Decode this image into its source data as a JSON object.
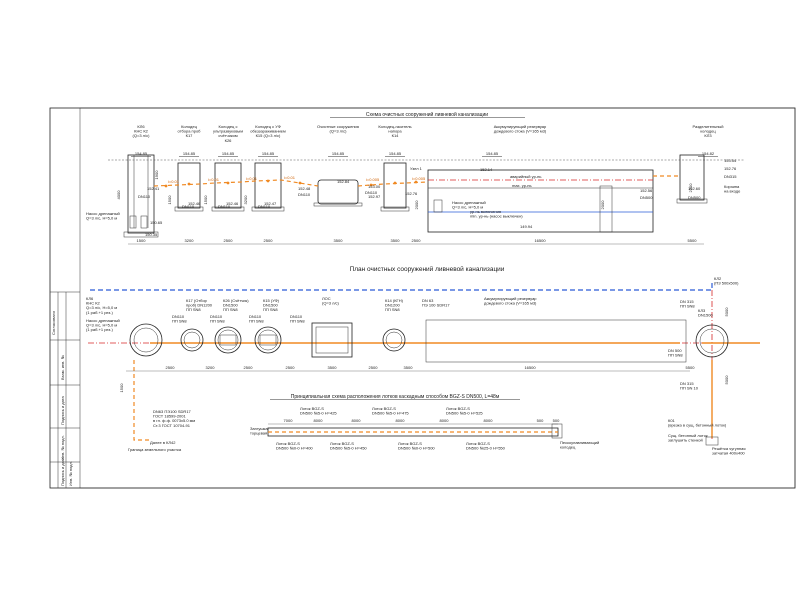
{
  "section": {
    "title": "Схема очистных сооружений ливневой канализации",
    "elements": [
      {
        "label": "КЛ6\nКНС К2\n(Q=3 л/с)"
      },
      {
        "label": "Колодец\nотбора проб\nК17"
      },
      {
        "label": "Колодец с\nультразвуковым\nсчётчиком\nК26"
      },
      {
        "label": "Колодец с УФ\nобеззараживанием\nК15 (Q=3 л/с)"
      },
      {
        "label": "Очистные сооружения\n(Q=3 л/с)"
      },
      {
        "label": "Колодец-гаситель\nнапора\nК14"
      },
      {
        "label": "Аккумулирующий резервуар\nдождевого стока (V=165 м3)"
      },
      {
        "label": "Разделительный\nколодец\nКЛ3"
      }
    ],
    "ground_marks": [
      "154.85",
      "154.85",
      "154.85",
      "154.85",
      "154.85",
      "154.85",
      "154.85",
      "154.82"
    ],
    "levels": [
      "152.41",
      "152.46",
      "152.46",
      "152.47",
      "152.48",
      "152.84",
      "153.00",
      "152.76",
      "152.14",
      "152.56",
      "152.60",
      "153.54",
      "152.76",
      "152.97",
      "149.94",
      "150.35",
      "150.65"
    ],
    "notes": {
      "pump": "Насос дренажный\nQ=3 л/с, H=5,0 м",
      "pump2": "Насос дренажный\nQ=3 л/с, H=5,0 м",
      "alarm_level": "аварийный ур-нь",
      "max_level": "max. ур-нь",
      "pump_off_level": "ур-нь включения\nmin. ур-нь (насос выключен)",
      "ubed": "Узел 1",
      "corridor": "Корзина\nна входе",
      "dn_labels": [
        "DN110",
        "DN110",
        "DN110",
        "DN110",
        "DN110",
        "DN110",
        "DN500",
        "DN500",
        "DN315"
      ],
      "slopes": [
        "i=0.01",
        "i=0.01",
        "i=0.01",
        "i=0.01",
        "i=0.005",
        "i=0.005"
      ]
    },
    "dims": [
      "1500",
      "3200",
      "2500",
      "2500",
      "3500",
      "3500",
      "2500",
      "16500",
      "5500"
    ],
    "heights": [
      "4000",
      "1900",
      "1500",
      "1500",
      "3200",
      "2000",
      "2000",
      "2200"
    ]
  },
  "plan": {
    "title": "План очистных сооружений ливневой канализации",
    "elements": [
      {
        "label": "КЛ6\nКНС К2\nQ=3 л/с, H=5,0 м\n(1 раб.+1 рез.)"
      },
      {
        "label": "К17 (Отбор\nпроб) DN1200\nПП SN8"
      },
      {
        "label": "К26 (Счётчик)\nDN1500\nПП SN8"
      },
      {
        "label": "К15 (УФ)\nDN1500\nПП SN8"
      },
      {
        "label": "ЛОС\n(Q=3 л/с)"
      },
      {
        "label": "К14 (КГН)\nDN1200\nПП SN8"
      },
      {
        "label": "Аккумулирующий резервуар\nдождевого стока (V=165 м3)"
      },
      {
        "label": "КЛ3\nDN1500"
      }
    ],
    "pipe_labels": [
      "DN110\nПП SN8",
      "DN110\nПП SN8",
      "DN110\nПП SN8",
      "DN110\nПП SN8",
      "DN 63\nПЭ 100 SDR17",
      "DN 315\nПП SN8",
      "DN 500\nПП SN8",
      "DN 315\nПП SN 10"
    ],
    "notes": {
      "pump": "Насос дренажный\nQ=3 л/с, H=5,0 м\n(1 раб.+1 рез.)",
      "pressure": "DN63 ПЭ100 SDR17\nГОСТ 18599-2001\nв гл. ф.ф. 0073х5.0 мм\nСт.3 ГОСТ 10704-91",
      "kl2": "КЛ2\n(ПЗ 500х500)",
      "to_kl2": "Далее в КЛ42",
      "boundary": "Граница земельного участка",
      "k01": "К01\n(врезка в сущ. бетонный лоток)",
      "existing": "Сущ. бетонный лоток\nзаглушить стенкой",
      "grate": "Решётка чугунная\nзатчатая 400х400"
    },
    "dims": [
      "2500",
      "3200",
      "2500",
      "2500",
      "3500",
      "2500",
      "3500",
      "16500",
      "5500",
      "1500",
      "5000",
      "5000"
    ]
  },
  "cascade": {
    "title": "Принципиальная схема расположения лотков каскадным способом BGZ-S DN500, L=48м",
    "trays": [
      {
        "top": "Лоток BGZ-S\nDN500 №5-0 H=425",
        "bottom": "Лоток BGZ-S\nDN500 №0-0 H=400"
      },
      {
        "top": "Лоток BGZ-S\nDN500 №5-0 H=475",
        "bottom": "Лоток BGZ-S\nDN500 №5-0 H=450"
      },
      {
        "top": "Лоток BGZ-S\nDN500 №5-0 H=525",
        "bottom": "Лоток BGZ-S\nDN500 №0-0 H=500"
      },
      {
        "top": "",
        "bottom": "Лоток BGZ-S\nDN500 №25-0 H=550"
      }
    ],
    "dims": [
      "7000",
      "8000",
      "8000",
      "8000",
      "8000",
      "8000",
      "500",
      "500"
    ],
    "notes": {
      "plug": "Заглушка\nторцевая",
      "well": "Пескоулавливающий\nколодец"
    }
  },
  "side_labels": [
    "Согласовано",
    "Взам. инв. №",
    "Подпись и дата",
    "Инв. № подл.",
    "Подпись и дата",
    "Инв. № подл."
  ],
  "colors": {
    "pipe_gravity": "#f08a24",
    "pipe_storm": "#2a5bd7",
    "pipe_axis": "#d62828",
    "line": "#333333"
  }
}
